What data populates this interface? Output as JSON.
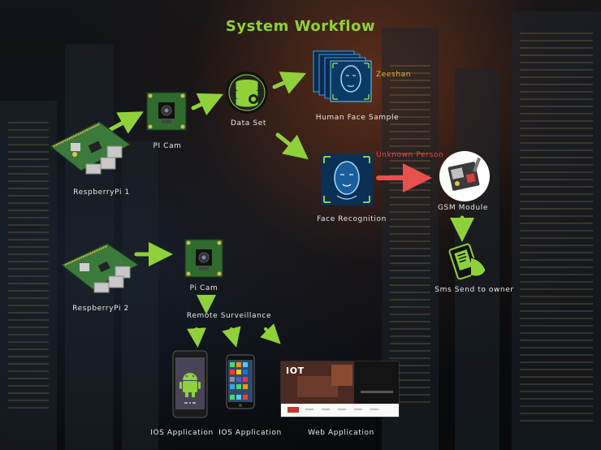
{
  "title": "System Workflow",
  "nodes": {
    "rpi1": "RespberryPi 1",
    "picam1": "PI Cam",
    "dataset": "Data Set",
    "face_sample": "Human Face Sample",
    "zeeshan": "Zeeshan",
    "unknown": "Unknown Person",
    "face_recognition": "Face Recognition",
    "gsm": "GSM Module",
    "sms": "Sms Send to owner",
    "rpi2": "RespberryPi 2",
    "picam2": "Pi Cam",
    "remote": "Remote Surveillance",
    "app1": "IOS Application",
    "app2": "IOS Application",
    "web": "Web Application",
    "web_logo": "IOT"
  },
  "colors": {
    "arrow_green": "#8fd13a",
    "arrow_red": "#e8504f",
    "title": "#8fd13a"
  },
  "icons": [
    "raspberry-pi-icon",
    "camera-module-icon",
    "database-icon",
    "face-scan-icon",
    "gsm-module-icon",
    "sms-phone-icon",
    "android-phone-icon",
    "iphone-icon",
    "web-browser-icon"
  ]
}
